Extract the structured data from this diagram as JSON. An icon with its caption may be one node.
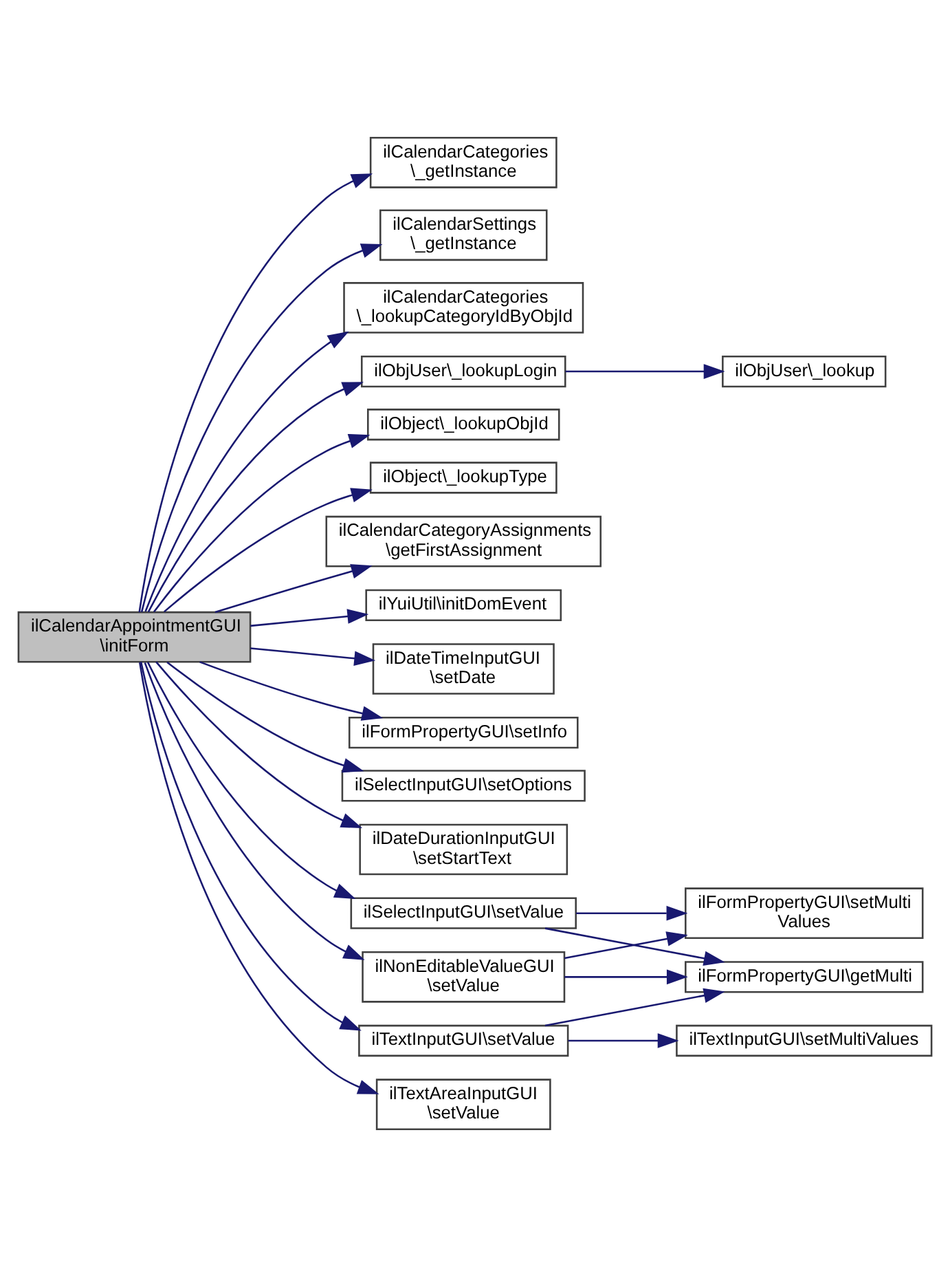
{
  "diagram": {
    "nodes": [
      {
        "text": [
          "ilCalendarAppointmentGUI \\initForm"
        ]
      },
      {
        "text": [
          "ilCalendarCategories \\_getInstance"
        ]
      },
      {
        "text": [
          "ilCalendarSettings \\_getInstance"
        ]
      },
      {
        "text": [
          "ilCalendarCategories \\_lookupCategoryIdByObjId"
        ]
      },
      {
        "text": [
          "ilObjUser\\_lookupLogin"
        ]
      },
      {
        "text": [
          "ilObjUser\\_lookup"
        ]
      },
      {
        "text": [
          "ilObject\\_lookupObjId"
        ]
      },
      {
        "text": [
          "ilObject\\_lookupType"
        ]
      },
      {
        "text": [
          "ilCalendarCategoryAssignments \\getFirstAssignment"
        ]
      },
      {
        "text": [
          "ilYuiUtil\\initDomEvent"
        ]
      },
      {
        "text": [
          "ilDateTimeInputGUI \\setDate"
        ]
      },
      {
        "text": [
          "ilFormPropertyGUI\\setInfo"
        ]
      },
      {
        "text": [
          "ilSelectInputGUI\\setOptions"
        ]
      },
      {
        "text": [
          "ilDateDurationInputGUI \\setStartText"
        ]
      },
      {
        "text": [
          "ilSelectInputGUI\\setValue"
        ]
      },
      {
        "text": [
          "ilFormPropertyGUI\\setMulti Values"
        ]
      },
      {
        "text": [
          "ilNonEditableValueGUI \\setValue"
        ]
      },
      {
        "text": [
          "ilFormPropertyGUI\\getMulti"
        ]
      },
      {
        "text": [
          "ilTextInputGUI\\setValue"
        ]
      },
      {
        "text": [
          "ilTextInputGUI\\setMultiValues"
        ]
      },
      {
        "text": [
          "ilTextAreaInputGUI \\setValue"
        ]
      }
    ],
    "edges": [
      {
        "from": 0,
        "to": 1,
        "arrow": "to"
      },
      {
        "from": 0,
        "to": 2,
        "arrow": "to"
      },
      {
        "from": 0,
        "to": 3,
        "arrow": "to"
      },
      {
        "from": 0,
        "to": 4,
        "arrow": "to"
      },
      {
        "from": 4,
        "to": 5,
        "arrow": "to"
      },
      {
        "from": 0,
        "to": 6,
        "arrow": "to"
      },
      {
        "from": 0,
        "to": 7,
        "arrow": "to"
      },
      {
        "from": 0,
        "to": 8,
        "arrow": "to"
      },
      {
        "from": 0,
        "to": 9,
        "arrow": "to"
      },
      {
        "from": 0,
        "to": 10,
        "arrow": "to"
      },
      {
        "from": 0,
        "to": 11,
        "arrow": "to"
      },
      {
        "from": 0,
        "to": 12,
        "arrow": "to"
      },
      {
        "from": 0,
        "to": 13,
        "arrow": "to"
      },
      {
        "from": 0,
        "to": 14,
        "arrow": "to"
      },
      {
        "from": 14,
        "to": 15,
        "arrow": "to"
      },
      {
        "from": 14,
        "to": 17,
        "arrow": "to"
      },
      {
        "from": 0,
        "to": 16,
        "arrow": "to"
      },
      {
        "from": 16,
        "to": 15,
        "arrow": "to"
      },
      {
        "from": 16,
        "to": 17,
        "arrow": "to"
      },
      {
        "from": 0,
        "to": 18,
        "arrow": "to"
      },
      {
        "from": 18,
        "to": 17,
        "arrow": "to"
      },
      {
        "from": 18,
        "to": 19,
        "arrow": "to"
      },
      {
        "from": 0,
        "to": 20,
        "arrow": "to"
      }
    ]
  }
}
